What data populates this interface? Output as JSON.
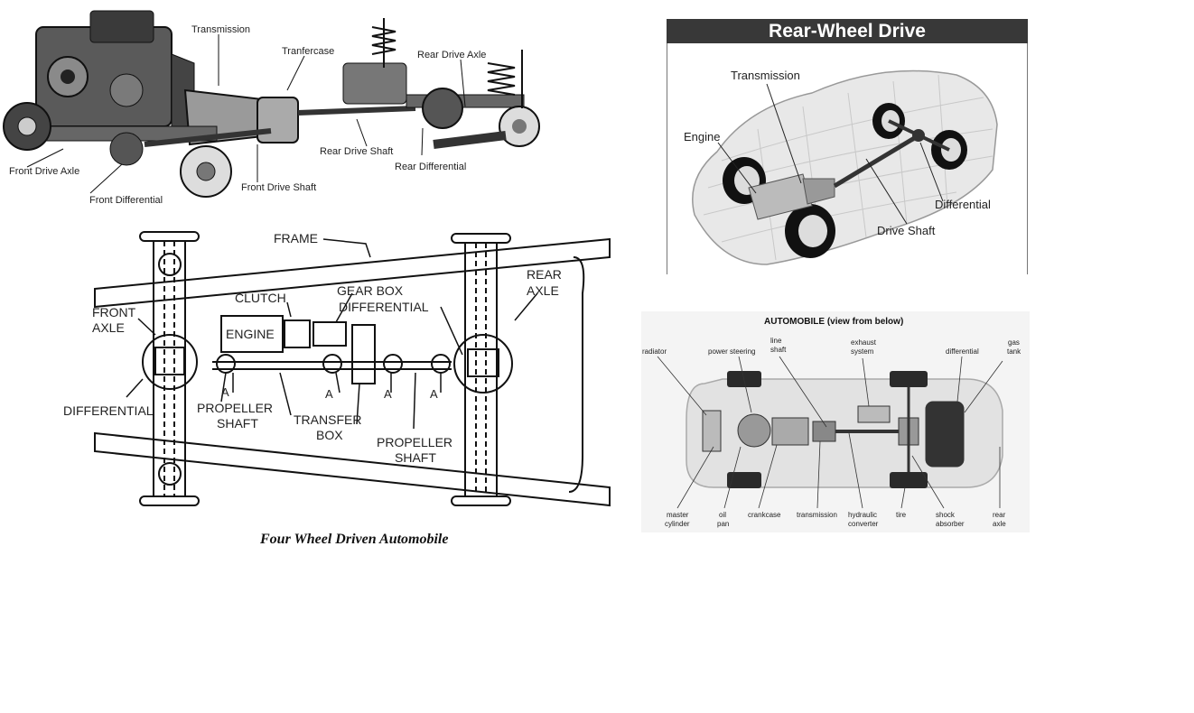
{
  "drivetrain_photo": {
    "labels": {
      "transmission": "Transmission",
      "transfercase": "Tranfercase",
      "rear_drive_axle": "Rear Drive Axle",
      "rear_drive_shaft": "Rear Drive Shaft",
      "rear_differential": "Rear Differential",
      "front_drive_axle": "Front Drive Axle",
      "front_differential": "Front Differential",
      "front_drive_shaft": "Front Drive Shaft"
    }
  },
  "four_wheel_diagram": {
    "caption": "Four Wheel Driven Automobile",
    "labels": {
      "frame": "FRAME",
      "clutch": "CLUTCH",
      "gear_box": "GEAR BOX",
      "differential_top": "DIFFERENTIAL",
      "rear_axle_1": "REAR",
      "rear_axle_2": "AXLE",
      "front_axle_1": "FRONT",
      "front_axle_2": "AXLE",
      "engine": "ENGINE",
      "differential_left": "DIFFERENTIAL",
      "propeller_shaft_left_1": "PROPELLER",
      "propeller_shaft_left_2": "SHAFT",
      "transfer_box_1": "TRANSFER",
      "transfer_box_2": "BOX",
      "propeller_shaft_right_1": "PROPELLER",
      "propeller_shaft_right_2": "SHAFT",
      "joint_a1": "A",
      "joint_a2": "A",
      "joint_a3": "A",
      "joint_a4": "A"
    }
  },
  "rear_wheel_drive": {
    "title": "Rear-Wheel Drive",
    "labels": {
      "transmission": "Transmission",
      "engine": "Engine",
      "differential": "Differential",
      "drive_shaft": "Drive Shaft"
    }
  },
  "automobile_below": {
    "title": "AUTOMOBILE (view from below)",
    "labels": {
      "radiator": "radiator",
      "power_steering": "power steering",
      "line_shaft_1": "line",
      "line_shaft_2": "shaft",
      "exhaust_system_1": "exhaust",
      "exhaust_system_2": "system",
      "differential": "differential",
      "gas_tank_1": "gas",
      "gas_tank_2": "tank",
      "master_cylinder_1": "master",
      "master_cylinder_2": "cylinder",
      "oil_pan_1": "oil",
      "oil_pan_2": "pan",
      "crankcase": "crankcase",
      "transmission": "transmission",
      "hydraulic_converter_1": "hydraulic",
      "hydraulic_converter_2": "converter",
      "tire": "tire",
      "shock_absorber_1": "shock",
      "shock_absorber_2": "absorber",
      "rear_axle_1": "rear",
      "rear_axle_2": "axle"
    }
  }
}
